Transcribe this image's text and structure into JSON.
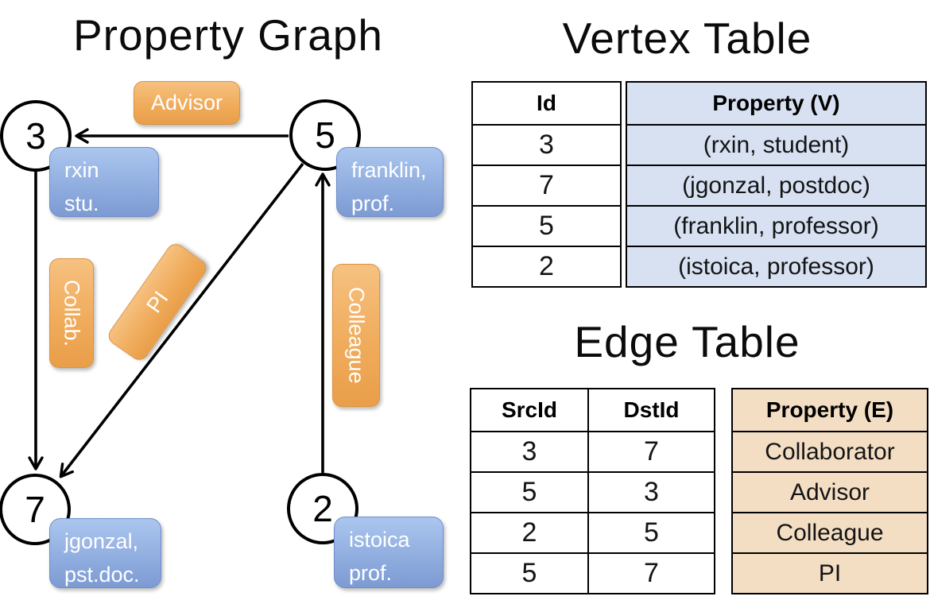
{
  "graph": {
    "title": "Property Graph",
    "nodes": [
      {
        "id": "3"
      },
      {
        "id": "5"
      },
      {
        "id": "7"
      },
      {
        "id": "2"
      }
    ],
    "vertex_labels": [
      {
        "line1": "rxin",
        "line2": "stu."
      },
      {
        "line1": "franklin,",
        "line2": "prof."
      },
      {
        "line1": "jgonzal,",
        "line2": "pst.doc."
      },
      {
        "line1": "istoica",
        "line2": "prof."
      }
    ],
    "edge_labels": {
      "advisor": "Advisor",
      "collab": "Collab.",
      "pi": "PI",
      "colleague": "Colleague"
    }
  },
  "vertex_table": {
    "title": "Vertex Table",
    "columns": {
      "id": "Id",
      "property": "Property (V)"
    },
    "rows": [
      {
        "id": "3",
        "property": "(rxin, student)"
      },
      {
        "id": "7",
        "property": "(jgonzal, postdoc)"
      },
      {
        "id": "5",
        "property": "(franklin, professor)"
      },
      {
        "id": "2",
        "property": "(istoica, professor)"
      }
    ]
  },
  "edge_table": {
    "title": "Edge Table",
    "columns": {
      "src": "SrcId",
      "dst": "DstId",
      "property": "Property (E)"
    },
    "rows": [
      {
        "src": "3",
        "dst": "7",
        "property": "Collaborator"
      },
      {
        "src": "5",
        "dst": "3",
        "property": "Advisor"
      },
      {
        "src": "2",
        "dst": "5",
        "property": "Colleague"
      },
      {
        "src": "5",
        "dst": "7",
        "property": "PI"
      }
    ]
  },
  "colors": {
    "edge_label_orange": "#F0AC5C",
    "vertex_label_blue": "#91AEE0",
    "vertex_property_fill": "#D7E1F2",
    "edge_property_fill": "#F3DEC3",
    "line_black": "#000000"
  }
}
